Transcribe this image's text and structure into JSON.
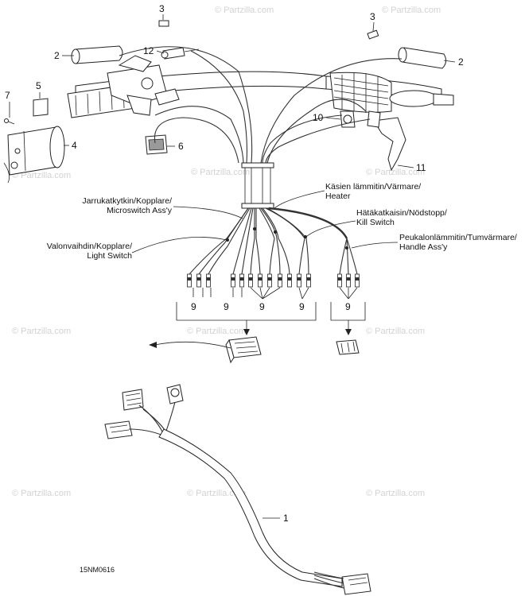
{
  "watermark": "© Partzilla.com",
  "diagram_code": "15NM0616",
  "callouts": {
    "n1": "1",
    "n2a": "2",
    "n2b": "2",
    "n3a": "3",
    "n3b": "3",
    "n4": "4",
    "n5": "5",
    "n6": "6",
    "n7": "7",
    "n9a": "9",
    "n9b": "9",
    "n9c": "9",
    "n9d": "9",
    "n9e": "9",
    "n10": "10",
    "n11": "11",
    "n12": "12"
  },
  "labels": {
    "heater": [
      "Käsien lämmitin/Värmare/",
      "Heater"
    ],
    "microswitch": [
      "Jarrukatkytkin/Kopplare/",
      "Microswitch Ass'y"
    ],
    "kill_switch": [
      "Hätäkatkaisin/Nödstopp/",
      "Kill Switch"
    ],
    "light_switch": [
      "Valonvaihdin/Kopplare/",
      "Light Switch"
    ],
    "handle": [
      "Peukalonlämmitin/Tumvärmare/",
      "Handle Ass'y"
    ]
  }
}
